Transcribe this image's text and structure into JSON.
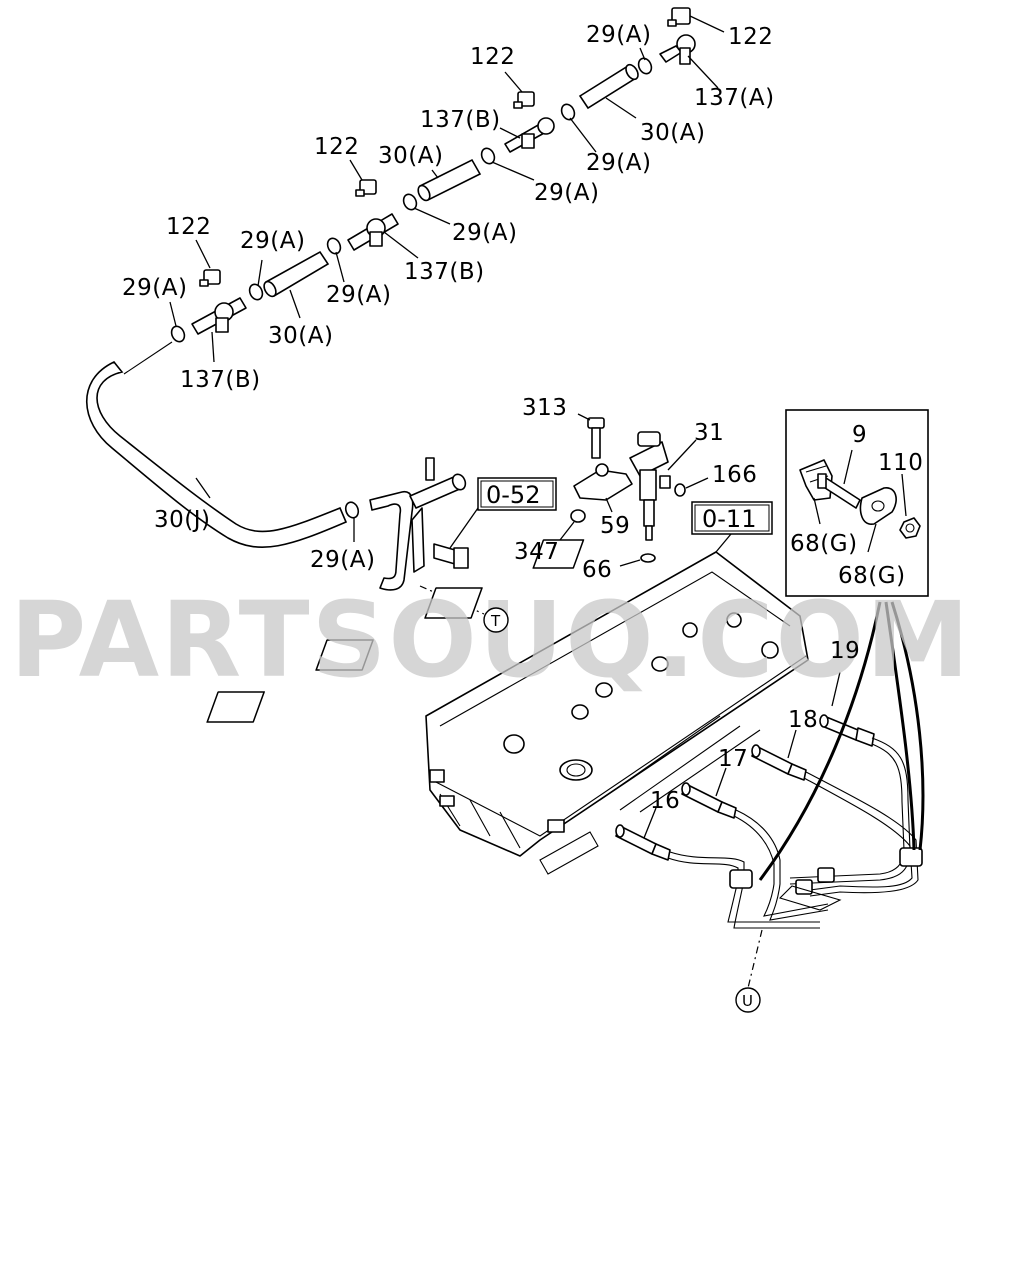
{
  "watermark": "PARTSOUQ.COM",
  "callouts": {
    "c122_a": "122",
    "c137a": "137(A)",
    "c29a_1": "29(A)",
    "c30a_1": "30(A)",
    "c29a_2": "29(A)",
    "c122_b": "122",
    "c137b_1": "137(B)",
    "c29a_3": "29(A)",
    "c122_c": "122",
    "c30a_2": "30(A)",
    "c29a_4": "29(A)",
    "c137b_2": "137(B)",
    "c122_d": "122",
    "c29a_5": "29(A)",
    "c29a_6": "29(A)",
    "c30a_3": "30(A)",
    "c29a_7": "29(A)",
    "c137b_3": "137(B)",
    "c30j": "30(J)",
    "c29a_8": "29(A)",
    "c313": "313",
    "c31": "31",
    "c166": "166",
    "c59": "59",
    "c347": "347",
    "c66": "66",
    "c9": "9",
    "c110": "110",
    "c68g_1": "68(G)",
    "c68g_2": "68(G)",
    "c19": "19",
    "c18": "18",
    "c17": "17",
    "c16": "16"
  },
  "references": {
    "ref_052": "0-52",
    "ref_011": "0-11"
  },
  "connectors": {
    "conn_t": "T",
    "conn_u": "U"
  }
}
